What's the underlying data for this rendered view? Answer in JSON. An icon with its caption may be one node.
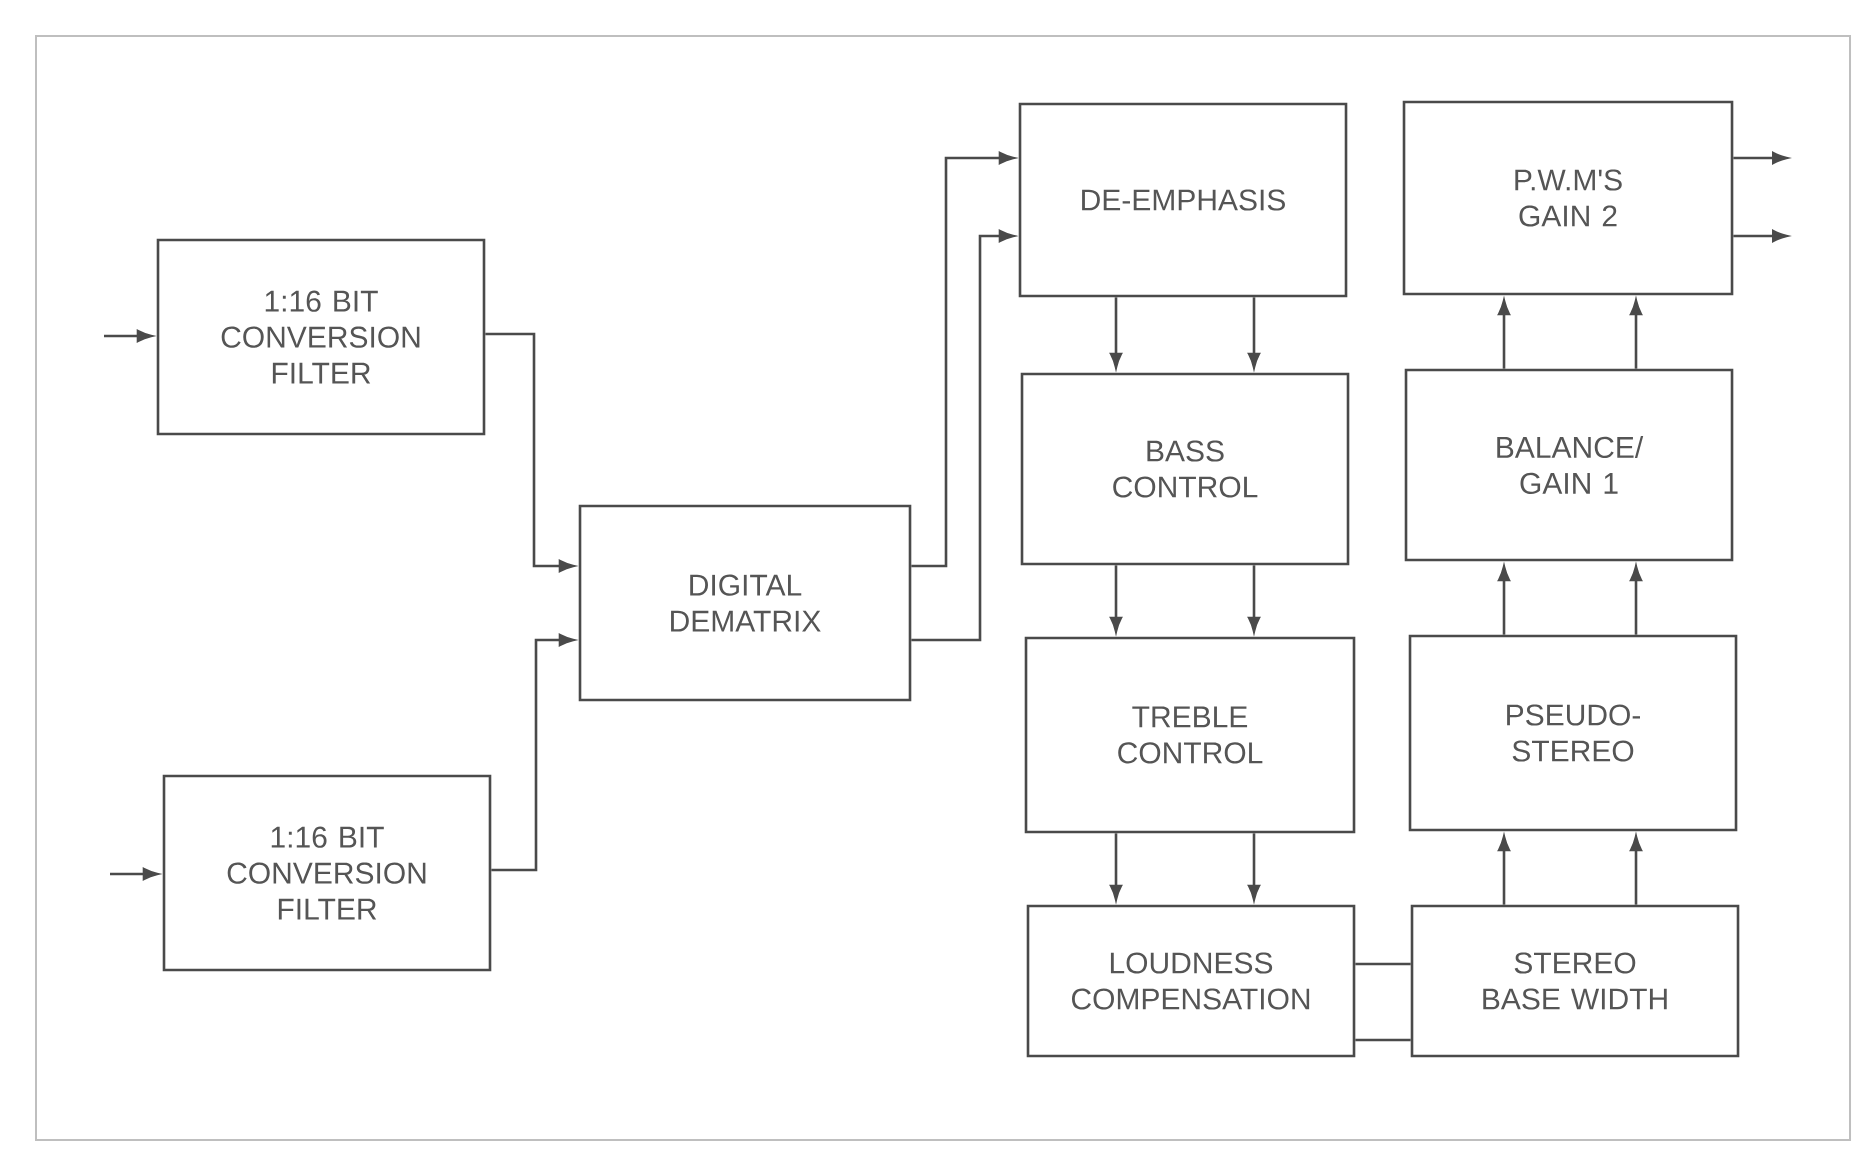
{
  "diagram": {
    "nodes": [
      {
        "text": [
          "1:16 BIT CONVERSION FILTER"
        ]
      },
      {
        "text": [
          "1:16 BIT CONVERSION FILTER"
        ]
      },
      {
        "text": [
          "DIGITAL DEMATRIX"
        ]
      },
      {
        "text": [
          "DE-EMPHASIS"
        ]
      },
      {
        "text": [
          "BASS CONTROL"
        ]
      },
      {
        "text": [
          "TREBLE CONTROL"
        ]
      },
      {
        "text": [
          "LOUDNESS COMPENSATION"
        ]
      },
      {
        "text": [
          "P.W.M'S GAIN 2"
        ]
      },
      {
        "text": [
          "BALANCE/ GAIN 1"
        ]
      },
      {
        "text": [
          "PSEUDO-STEREO"
        ]
      },
      {
        "text": [
          "STEREO BASE WIDTH"
        ]
      }
    ],
    "edges": [
      {
        "from": null,
        "to": 0,
        "arrow": "to"
      },
      {
        "from": null,
        "to": 1,
        "arrow": "to"
      },
      {
        "from": 0,
        "to": 2,
        "arrow": "to"
      },
      {
        "from": 1,
        "to": 2,
        "arrow": "to"
      },
      {
        "from": 2,
        "to": 3,
        "arrow": "to"
      },
      {
        "from": 2,
        "to": 3,
        "arrow": "to"
      },
      {
        "from": 3,
        "to": 4,
        "arrow": "to"
      },
      {
        "from": 3,
        "to": 4,
        "arrow": "to"
      },
      {
        "from": 4,
        "to": 5,
        "arrow": "to"
      },
      {
        "from": 4,
        "to": 5,
        "arrow": "to"
      },
      {
        "from": 5,
        "to": 6,
        "arrow": "to"
      },
      {
        "from": 5,
        "to": 6,
        "arrow": "to"
      },
      {
        "from": 6,
        "to": 10,
        "arrow": "none"
      },
      {
        "from": 6,
        "to": 10,
        "arrow": "none"
      },
      {
        "from": 10,
        "to": 9,
        "arrow": "to"
      },
      {
        "from": 10,
        "to": 9,
        "arrow": "to"
      },
      {
        "from": 9,
        "to": 8,
        "arrow": "to"
      },
      {
        "from": 9,
        "to": 8,
        "arrow": "to"
      },
      {
        "from": 8,
        "to": 7,
        "arrow": "to"
      },
      {
        "from": 8,
        "to": 7,
        "arrow": "to"
      },
      {
        "from": 7,
        "to": null,
        "arrow": "to"
      },
      {
        "from": 7,
        "to": null,
        "arrow": "to"
      }
    ]
  }
}
